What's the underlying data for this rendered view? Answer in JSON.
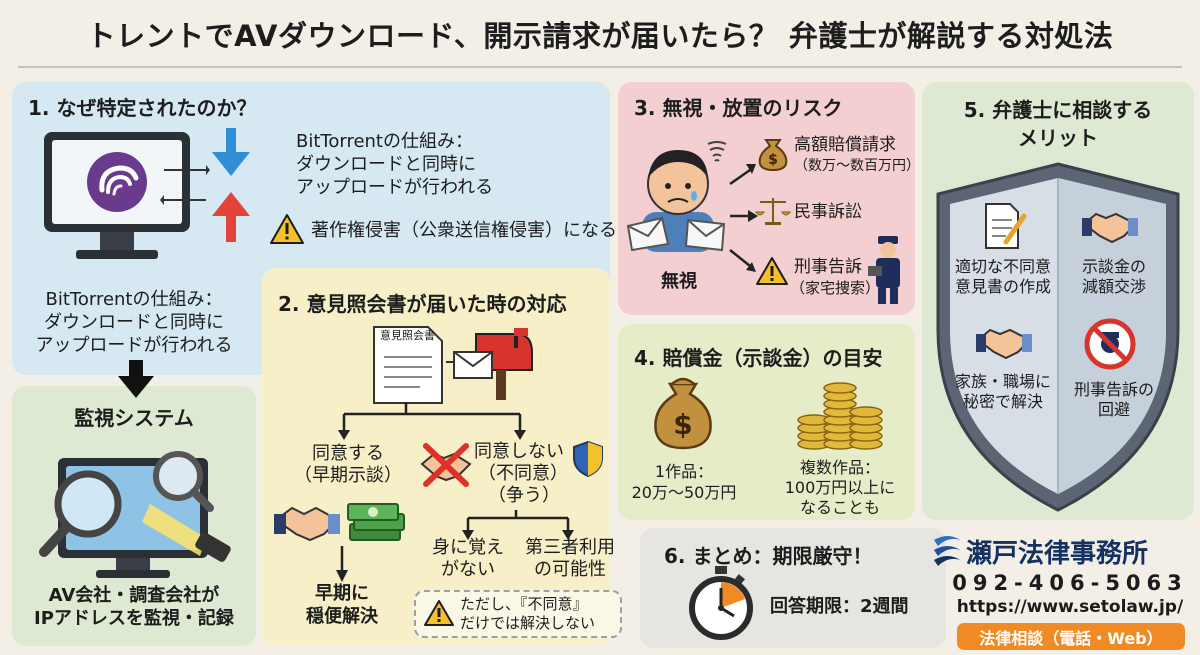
{
  "title": "トレントでAVダウンロード、開示請求が届いたら？ 弁護士が解説する対処法",
  "section1": {
    "heading": "1. なぜ特定されたのか？",
    "mechanism_lines": [
      "BitTorrentの仕組み：",
      "ダウンロードと同時に",
      "アップロードが行われる"
    ],
    "infringement": "著作権侵害（公衆送信権侵害）になる",
    "mechanism_lines_repeat": [
      "BitTorrentの仕組み：",
      "ダウンロードと同時に",
      "アップロードが行われる"
    ]
  },
  "monitor": {
    "heading": "監視システム",
    "caption_lines": [
      "AV会社・調査会社が",
      "IPアドレスを監視・記録"
    ]
  },
  "section2": {
    "heading": "2. 意見照会書が届いた時の対応",
    "doc_label": "意見照会書",
    "agree_lines": [
      "同意する",
      "（早期示談）"
    ],
    "agree_result_lines": [
      "早期に",
      "穏便解決"
    ],
    "disagree_lines": [
      "同意しない",
      "（不同意）",
      "（争う）"
    ],
    "branch_a_lines": [
      "身に覚え",
      "がない"
    ],
    "branch_b_lines": [
      "第三者利用",
      "の可能性"
    ],
    "caution_lines": [
      "ただし、『不同意』",
      "だけでは解決しない"
    ]
  },
  "section3": {
    "heading": "3. 無視・放置のリスク",
    "ignore_label": "無視",
    "risk1_lines": [
      "高額賠償請求",
      "（数万～数百万円）"
    ],
    "risk2": "民事訴訟",
    "risk3_lines": [
      "刑事告訴",
      "（家宅捜索）"
    ]
  },
  "section4": {
    "heading": "4. 賠償金（示談金）の目安",
    "single_lines": [
      "1作品：",
      "20万～50万円"
    ],
    "multi_lines": [
      "複数作品：",
      "100万円以上に",
      "なることも"
    ]
  },
  "section5": {
    "heading_lines": [
      "5. 弁護士に相談する",
      "メリット"
    ],
    "merit1_lines": [
      "適切な不同意",
      "意見書の作成"
    ],
    "merit2_lines": [
      "示談金の",
      "減額交渉"
    ],
    "merit3_lines": [
      "家族・職場に",
      "秘密で解決"
    ],
    "merit4_lines": [
      "刑事告訴の",
      "回避"
    ]
  },
  "section6": {
    "heading": "6. まとめ：期限厳守！",
    "deadline": "回答期限：2週間"
  },
  "law_firm": {
    "name": "瀬戸法律事務所",
    "tel": "092-406-5063",
    "url": "https://www.setolaw.jp/",
    "badge": "法律相談（電話・Web）"
  },
  "colors": {
    "blue_panel": "#d6e8f2",
    "green_panel": "#dde9d2",
    "yellow_panel": "#f7efc7",
    "pink_panel": "#f3cfd2",
    "olive_panel": "#e6ebc8",
    "gray_panel": "#e7e5e2",
    "accent_orange": "#f08a24",
    "navy": "#14315f"
  }
}
